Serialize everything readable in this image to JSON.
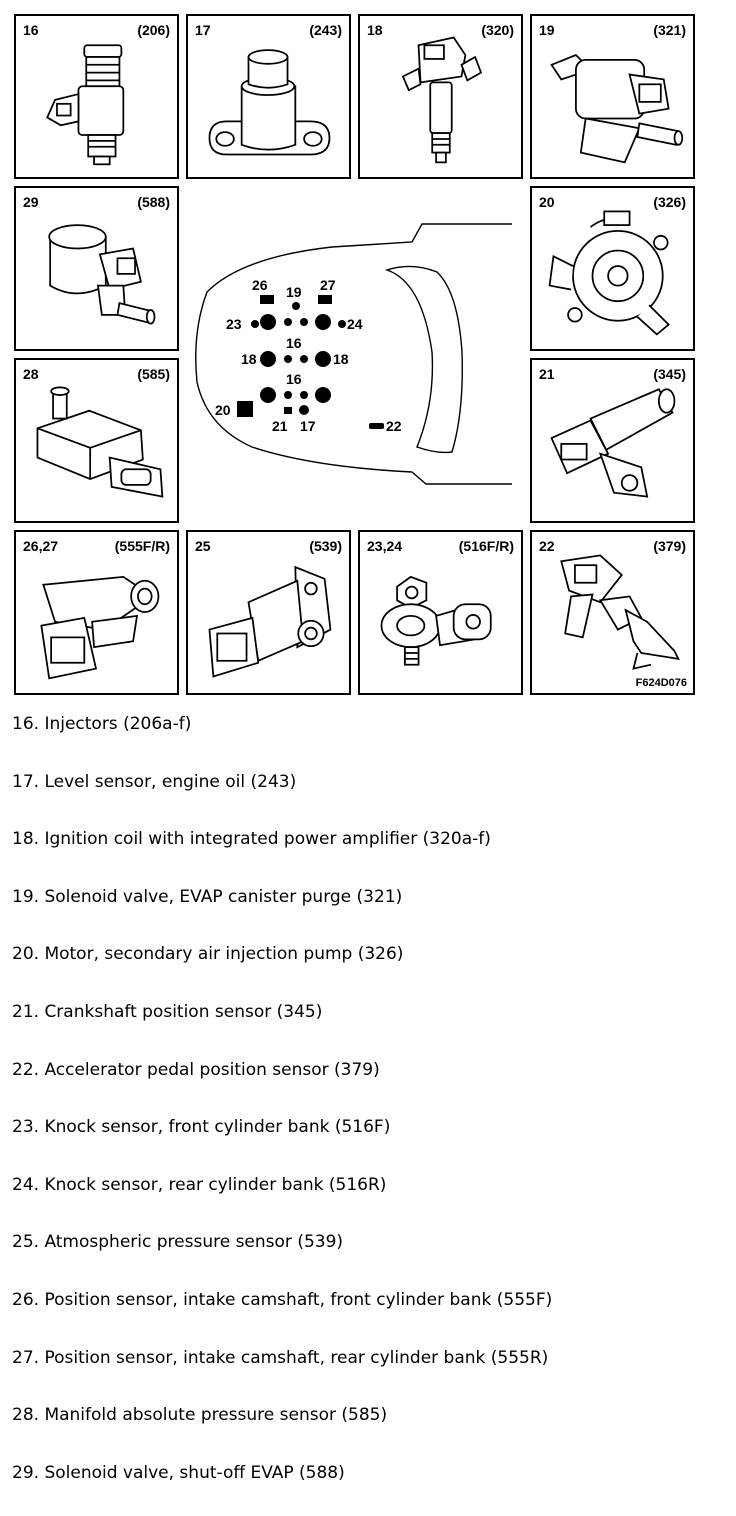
{
  "panels": [
    {
      "num": "16",
      "code": "(206)",
      "part": "injector"
    },
    {
      "num": "17",
      "code": "(243)",
      "part": "oil-level-sensor"
    },
    {
      "num": "18",
      "code": "(320)",
      "part": "ignition-coil"
    },
    {
      "num": "19",
      "code": "(321)",
      "part": "evap-purge-valve"
    },
    {
      "num": "29",
      "code": "(588)",
      "part": "evap-shutoff-valve"
    },
    {
      "num": "20",
      "code": "(326)",
      "part": "secondary-air-pump"
    },
    {
      "num": "28",
      "code": "(585)",
      "part": "map-sensor"
    },
    {
      "num": "21",
      "code": "(345)",
      "part": "crankshaft-sensor"
    },
    {
      "num": "26,27",
      "code": "(555F/R)",
      "part": "camshaft-sensor"
    },
    {
      "num": "25",
      "code": "(539)",
      "part": "atmospheric-sensor"
    },
    {
      "num": "23,24",
      "code": "(516F/R)",
      "part": "knock-sensor"
    },
    {
      "num": "22",
      "code": "(379)",
      "part": "accelerator-pedal-sensor"
    }
  ],
  "overview": {
    "labels": {
      "l26": "26",
      "l19": "19",
      "l27": "27",
      "l23": "23",
      "l24": "24",
      "l16a": "16",
      "l18a": "18",
      "l18b": "18",
      "l16b": "16",
      "l20": "20",
      "l21": "21",
      "l17": "17",
      "l22": "22"
    }
  },
  "figure_ref": "F624D076",
  "legend": [
    "16. Injectors (206a-f)",
    "17. Level sensor, engine oil (243)",
    "18. Ignition coil with integrated power amplifier (320a-f)",
    "19. Solenoid valve, EVAP canister purge (321)",
    "20. Motor, secondary air injection pump (326)",
    "21. Crankshaft position sensor (345)",
    "22. Accelerator pedal position sensor (379)",
    "23. Knock sensor, front cylinder bank (516F)",
    "24. Knock sensor, rear cylinder bank (516R)",
    "25. Atmospheric pressure sensor (539)",
    "26. Position sensor, intake camshaft, front cylinder bank (555F)",
    "27. Position sensor, intake camshaft, rear cylinder bank (555R)",
    "28. Manifold absolute pressure sensor (585)",
    "29. Solenoid valve, shut-off EVAP (588)"
  ]
}
